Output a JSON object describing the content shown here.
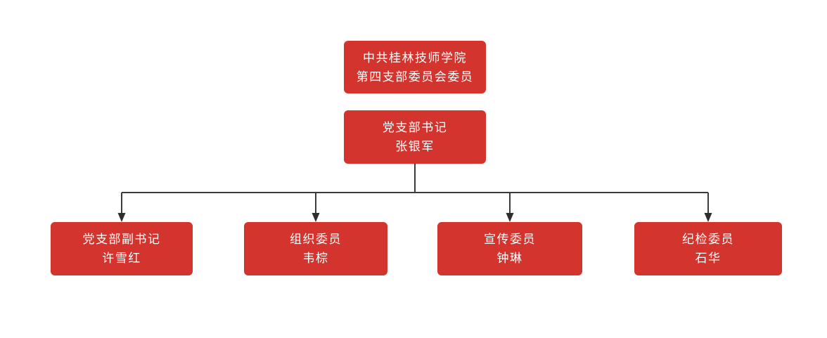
{
  "theme": {
    "background": "#ffffff",
    "node_fill": "#d3342e",
    "node_text": "#ffffff",
    "connector": "#3b3b3b",
    "arrowhead": "#2e2e2e"
  },
  "diagram": {
    "type": "org-chart",
    "nodes": {
      "root": {
        "lines": [
          "中共桂林技师学院",
          "第四支部委员会委员"
        ]
      },
      "secretary": {
        "lines": [
          "党支部书记",
          "张银军"
        ]
      },
      "children": [
        {
          "lines": [
            "党支部副书记",
            "许雪红"
          ]
        },
        {
          "lines": [
            "组织委员",
            "韦棕"
          ]
        },
        {
          "lines": [
            "宣传委员",
            "钟琳"
          ]
        },
        {
          "lines": [
            "纪检委员",
            "石华"
          ]
        }
      ]
    }
  }
}
